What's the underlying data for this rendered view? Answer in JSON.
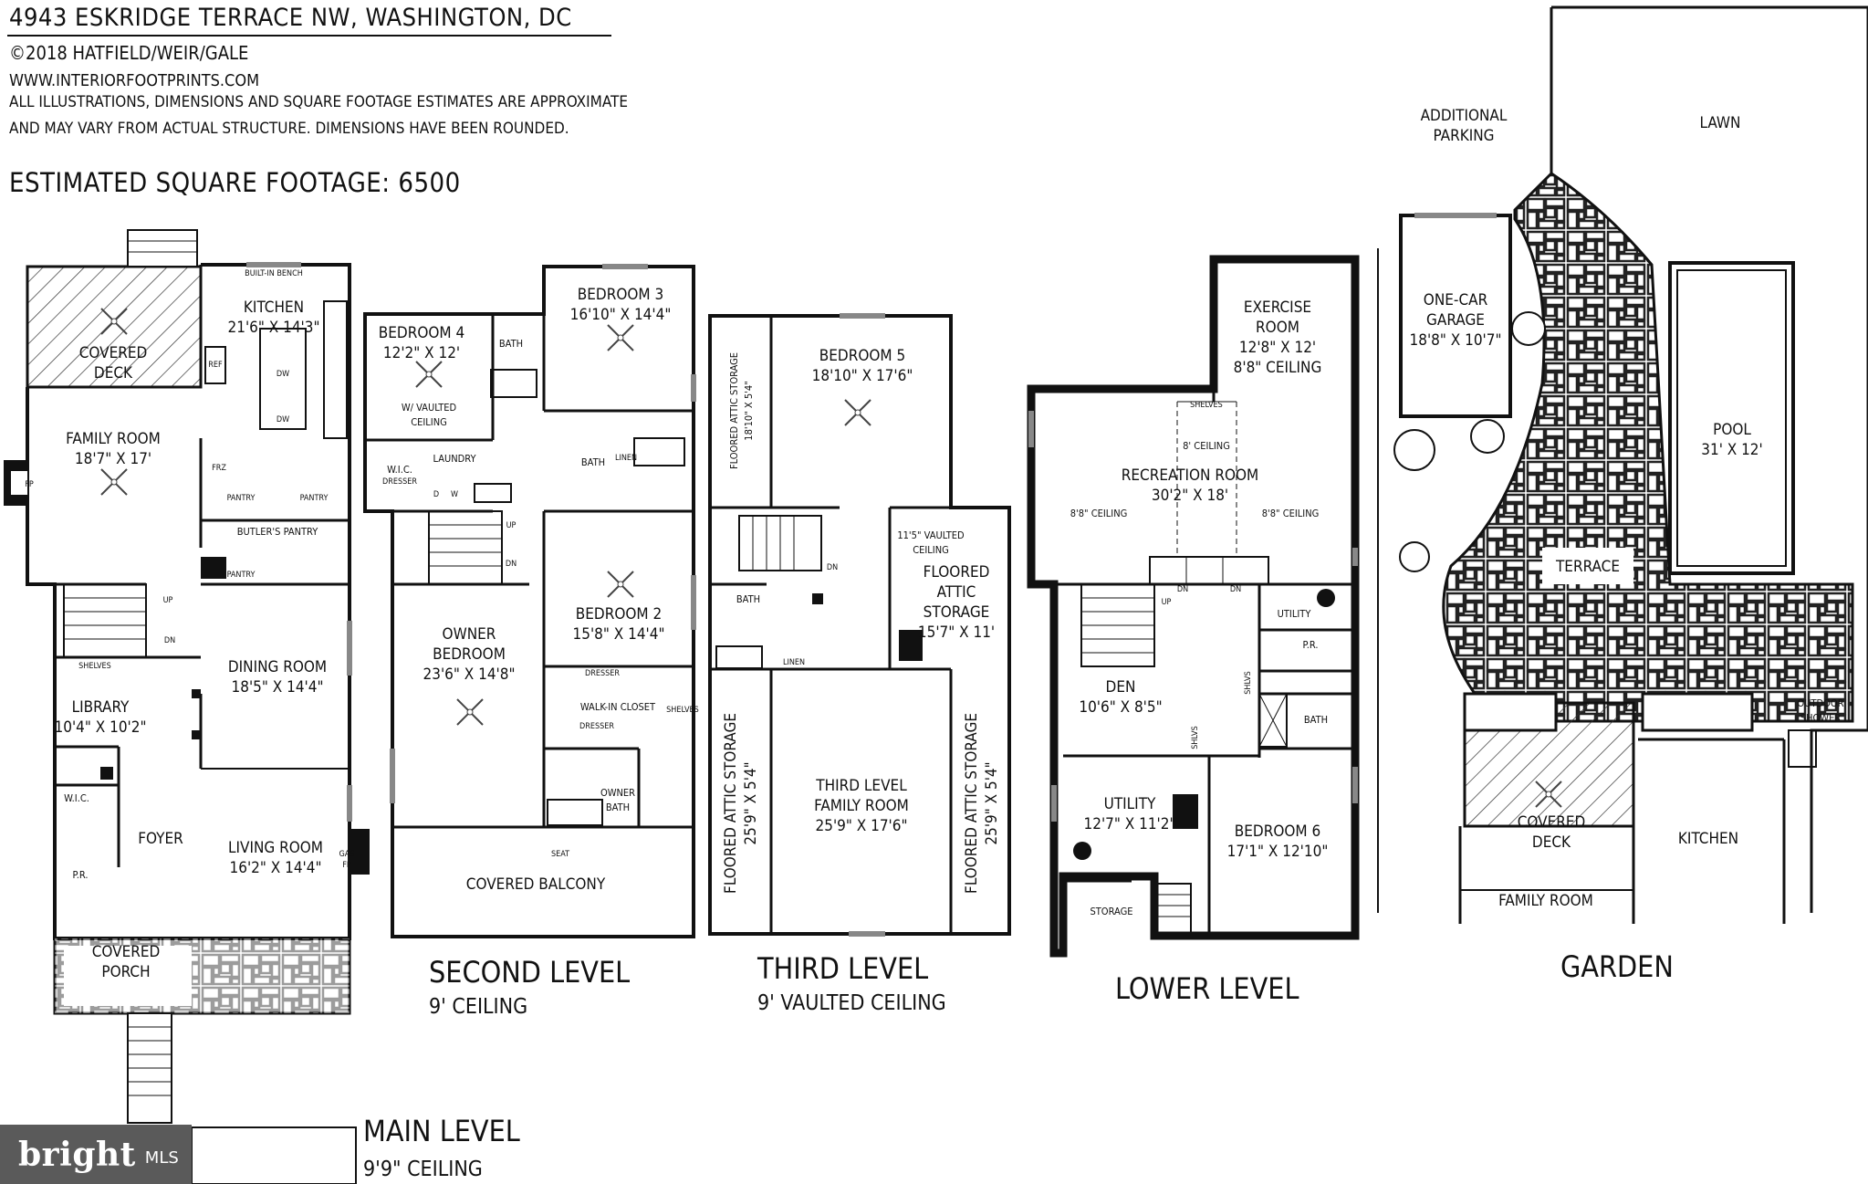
{
  "header": {
    "title": "4943 ESKRIDGE TERRACE NW, WASHINGTON, DC",
    "copyright": "©2018 HATFIELD/WEIR/GALE",
    "website": "WWW.INTERIORFOOTPRINTS.COM",
    "disclaimer_1": "ALL ILLUSTRATIONS, DIMENSIONS AND SQUARE FOOTAGE ESTIMATES ARE APPROXIMATE",
    "disclaimer_2": "AND MAY VARY FROM ACTUAL STRUCTURE. DIMENSIONS HAVE BEEN ROUNDED.",
    "sqft": "ESTIMATED SQUARE FOOTAGE: 6500"
  },
  "levels": {
    "main": {
      "name": "MAIN LEVEL",
      "ceiling": "9'9\" CEILING"
    },
    "second": {
      "name": "SECOND LEVEL",
      "ceiling": "9' CEILING"
    },
    "third": {
      "name": "THIRD LEVEL",
      "ceiling": "9' VAULTED CEILING"
    },
    "lower": {
      "name": "LOWER LEVEL"
    },
    "garden": {
      "name": "GARDEN"
    }
  },
  "main_level": {
    "covered_deck": [
      "COVERED",
      "DECK"
    ],
    "built_in_bench": "BUILT-IN BENCH",
    "kitchen": [
      "KITCHEN",
      "21'6\" X 14'3\""
    ],
    "ref": "REF",
    "dw": "DW",
    "family_room": [
      "FAMILY ROOM",
      "18'7\" X 17'"
    ],
    "fp": "FP",
    "frz": "FRZ",
    "pantry": "PANTRY",
    "butlers_pantry": "BUTLER'S PANTRY",
    "up": "UP",
    "dn": "DN",
    "shelves": "SHELVES",
    "library": [
      "LIBRARY",
      "10'4\" X 10'2\""
    ],
    "dining_room": [
      "DINING ROOM",
      "18'5\" X 14'4\""
    ],
    "wic": "W.I.C.",
    "foyer": "FOYER",
    "pr": "P.R.",
    "living_room": [
      "LIVING ROOM",
      "16'2\" X 14'4\""
    ],
    "gas_fp": [
      "GAS",
      "FP"
    ],
    "covered_porch": [
      "COVERED",
      "PORCH"
    ]
  },
  "second_level": {
    "bedroom4": [
      "BEDROOM 4",
      "12'2\" X 12'"
    ],
    "vaulted": [
      "W/ VAULTED",
      "CEILING"
    ],
    "bath": "BATH",
    "bedroom3": [
      "BEDROOM 3",
      "16'10\" X 14'4\""
    ],
    "wic": "W.I.C.",
    "dresser": "DRESSER",
    "laundry": "LAUNDRY",
    "d": "D",
    "w": "W",
    "linen": "LINEN",
    "up": "UP",
    "dn": "DN",
    "bedroom2": [
      "BEDROOM 2",
      "15'8\" X 14'4\""
    ],
    "owner_bedroom": [
      "OWNER",
      "BEDROOM",
      "23'6\" X 14'8\""
    ],
    "walk_in_closet": "WALK-IN CLOSET",
    "shelves": "SHELVES",
    "owner_bath": [
      "OWNER",
      "BATH"
    ],
    "seat": "SEAT",
    "covered_balcony": "COVERED BALCONY"
  },
  "third_level": {
    "attic_top": [
      "FLOORED ATTIC STORAGE",
      "18'10\" X 5'4\""
    ],
    "bedroom5": [
      "BEDROOM 5",
      "18'10\" X 17'6\""
    ],
    "vaulted_note": [
      "11'5\" VAULTED",
      "CEILING"
    ],
    "attic_right": [
      "FLOORED",
      "ATTIC",
      "STORAGE",
      "15'7\" X 11'"
    ],
    "bath": "BATH",
    "linen": "LINEN",
    "dn": "DN",
    "attic_left": [
      "FLOORED ATTIC STORAGE",
      "25'9\" X 5'4\""
    ],
    "family_room": [
      "THIRD LEVEL",
      "FAMILY ROOM",
      "25'9\" X 17'6\""
    ],
    "attic_far": [
      "FLOORED ATTIC STORAGE",
      "25'9\" X 5'4\""
    ]
  },
  "lower_level": {
    "exercise": [
      "EXERCISE",
      "ROOM",
      "12'8\" X 12'",
      "8'8\" CEILING"
    ],
    "shelves": "SHELVES",
    "ceiling_8": "8' CEILING",
    "recreation": [
      "RECREATION ROOM",
      "30'2\" X 18'"
    ],
    "ceiling_88_left": "8'8\" CEILING",
    "ceiling_88_right": "8'8\" CEILING",
    "dn": "DN",
    "up": "UP",
    "utility_small": "UTILITY",
    "pr": "P.R.",
    "shlvs": "SHLVS",
    "den": [
      "DEN",
      "10'6\" X 8'5\""
    ],
    "bath": "BATH",
    "utility": [
      "UTILITY",
      "12'7\" X 11'2\""
    ],
    "storage": "STORAGE",
    "bedroom6": [
      "BEDROOM 6",
      "17'1\" X 12'10\""
    ]
  },
  "garden": {
    "additional_parking": [
      "ADDITIONAL",
      "PARKING"
    ],
    "lawn": "LAWN",
    "garage": [
      "ONE-CAR",
      "GARAGE",
      "18'8\" X 10'7\""
    ],
    "pool": [
      "POOL",
      "31' X 12'"
    ],
    "terrace": "TERRACE",
    "outdoor_shower": [
      "OUTDOOR",
      "SHOWER"
    ],
    "covered_deck": [
      "COVERED",
      "DECK"
    ],
    "kitchen": "KITCHEN",
    "family_room": "FAMILY ROOM"
  },
  "logo": {
    "brand": "bright",
    "suffix": "MLS"
  }
}
